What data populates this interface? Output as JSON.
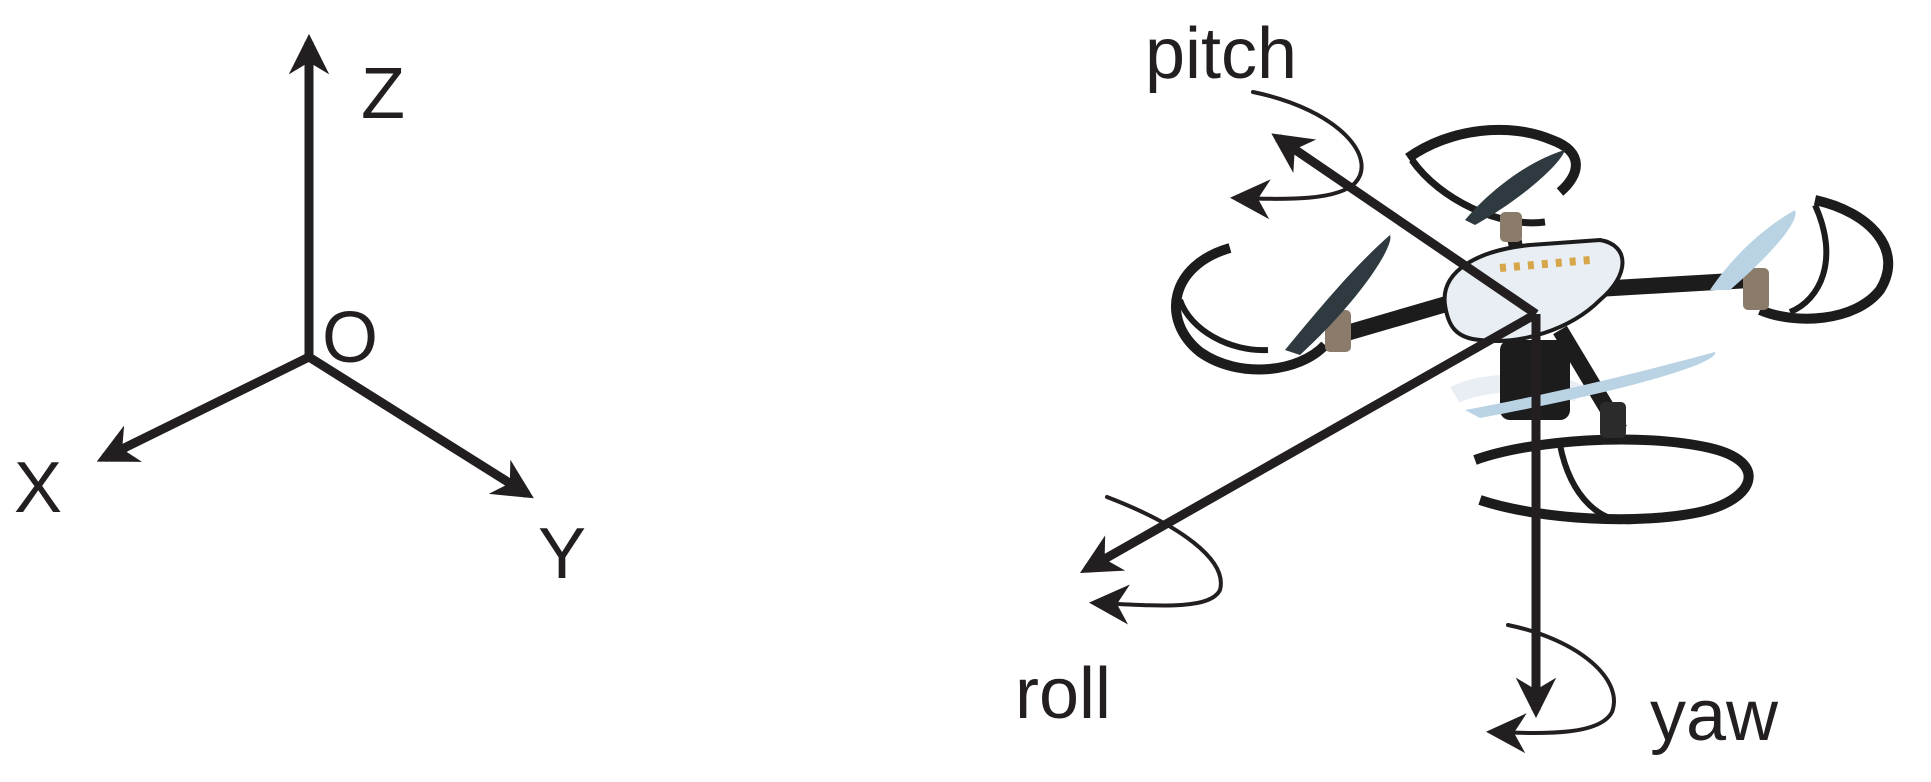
{
  "left_frame": {
    "axis_labels": {
      "z": "Z",
      "x": "X",
      "y": "Y",
      "origin": "O"
    }
  },
  "right_frame": {
    "rotation_labels": {
      "pitch": "pitch",
      "roll": "roll",
      "yaw": "yaw"
    }
  },
  "colors": {
    "ink": "#231f20",
    "drone_body": "#e8eef3",
    "drone_frame": "#1c1c1c",
    "propeller": "#b9d3e4"
  },
  "icons": [
    "drone-illustration"
  ]
}
